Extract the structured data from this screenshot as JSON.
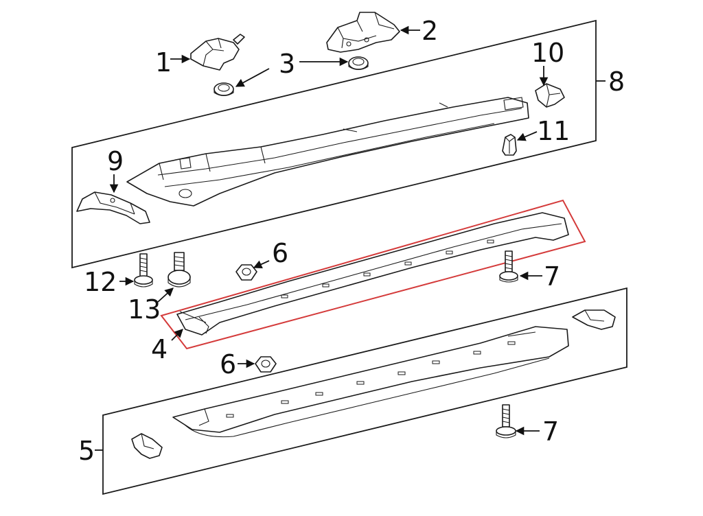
{
  "callouts": {
    "c1": "1",
    "c2": "2",
    "c3": "3",
    "c4": "4",
    "c5": "5",
    "c6a": "6",
    "c6b": "6",
    "c7a": "7",
    "c7b": "7",
    "c8": "8",
    "c9": "9",
    "c10": "10",
    "c11": "11",
    "c12": "12",
    "c13": "13"
  },
  "colors": {
    "highlight": "#d43a3a",
    "line": "#1a1a1a"
  }
}
